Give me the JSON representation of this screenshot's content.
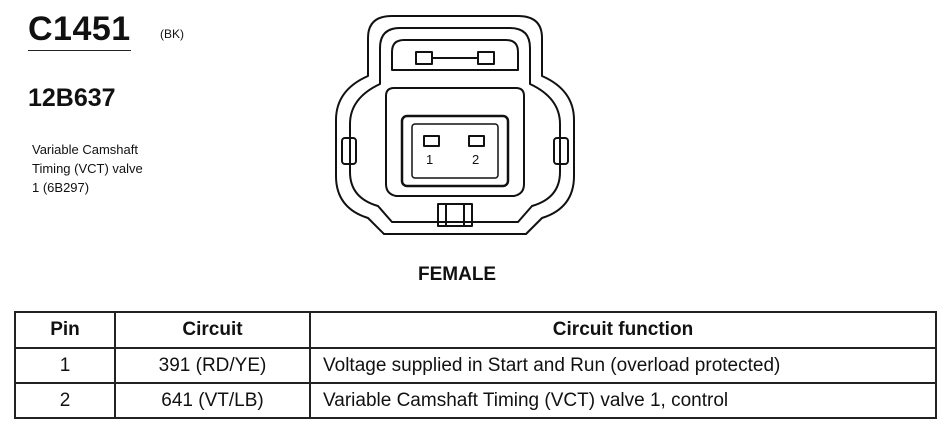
{
  "connector": {
    "id": "C1451",
    "color_code": "(BK)",
    "part_number": "12B637",
    "description_lines": [
      "Variable Camshaft",
      "Timing (VCT) valve",
      "1 (6B297)"
    ],
    "gender": "FEMALE",
    "pin_labels": [
      "1",
      "2"
    ]
  },
  "table": {
    "headers": [
      "Pin",
      "Circuit",
      "Circuit function"
    ],
    "rows": [
      {
        "pin": "1",
        "circuit": "391 (RD/YE)",
        "function": "Voltage supplied in Start and Run (overload protected)"
      },
      {
        "pin": "2",
        "circuit": "641 (VT/LB)",
        "function": "Variable Camshaft Timing (VCT) valve 1, control"
      }
    ]
  }
}
